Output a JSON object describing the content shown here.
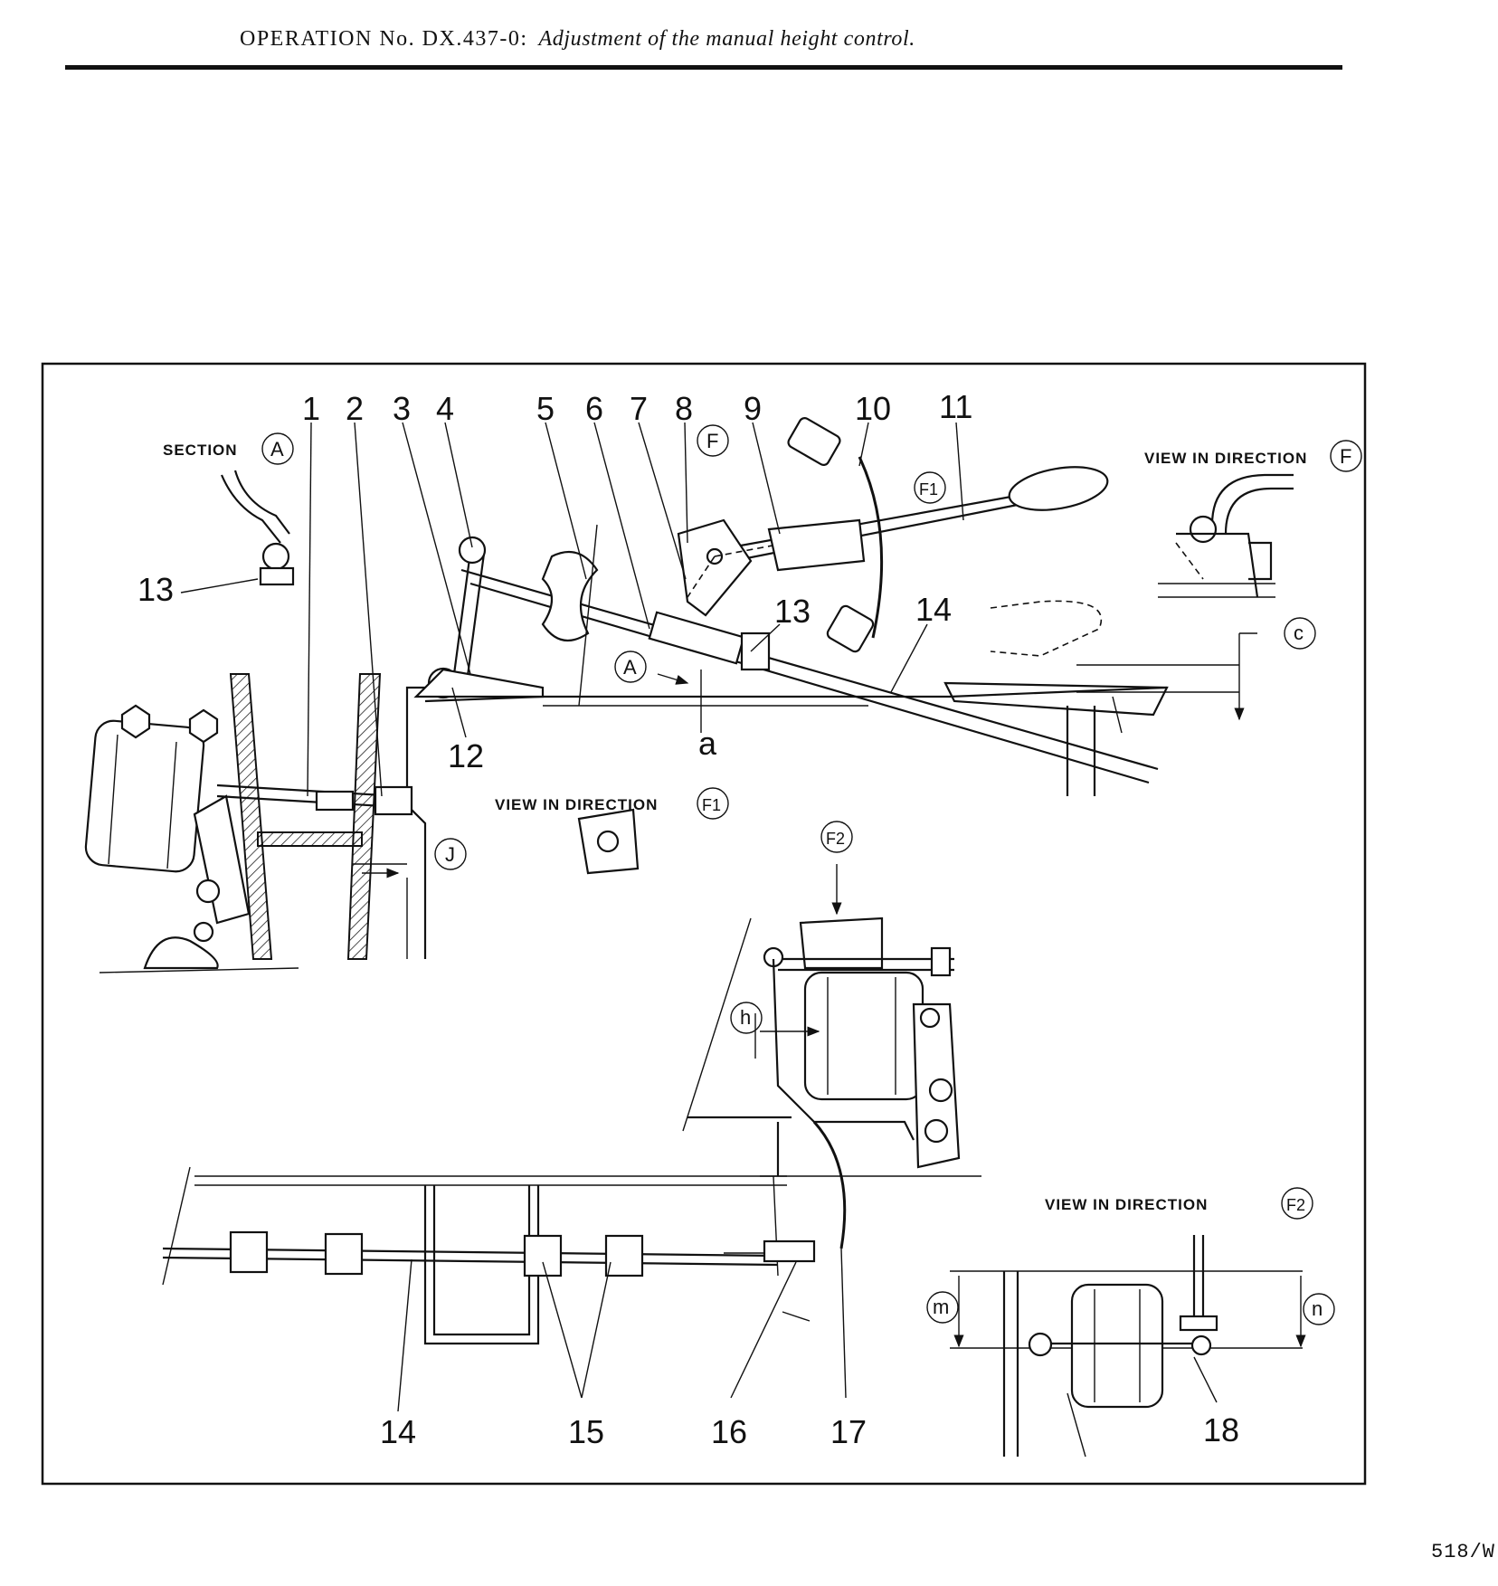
{
  "header": {
    "operation": "OPERATION No. DX.437-0:",
    "title": "Adjustment of the manual height control."
  },
  "footer": {
    "code": "518/W"
  },
  "diagram": {
    "captions": {
      "section_a": "SECTION",
      "view_f": "VIEW IN DIRECTION",
      "view_f1": "VIEW IN DIRECTION",
      "view_f2": "VIEW IN DIRECTION"
    },
    "circled_labels": {
      "a_section": "A",
      "f_view": "F",
      "f_arrow": "F",
      "f1_arrow": "F1",
      "f1_view": "F1",
      "f2_arrow": "F2",
      "f2_view": "F2",
      "a_arrow": "A",
      "c_dim": "c",
      "j_dim": "J",
      "h_dim": "h",
      "m_dim": "m",
      "n_dim": "n"
    },
    "dimension_letter_a": "a",
    "part_numbers": {
      "p1": "1",
      "p2": "2",
      "p3": "3",
      "p4": "4",
      "p5": "5",
      "p6": "6",
      "p7": "7",
      "p8": "8",
      "p9": "9",
      "p10": "10",
      "p11": "11",
      "p12": "12",
      "p13_top": "13",
      "p13_section": "13",
      "p14_top": "14",
      "p14_bottom": "14",
      "p15": "15",
      "p16": "16",
      "p17": "17",
      "p18": "18"
    }
  }
}
